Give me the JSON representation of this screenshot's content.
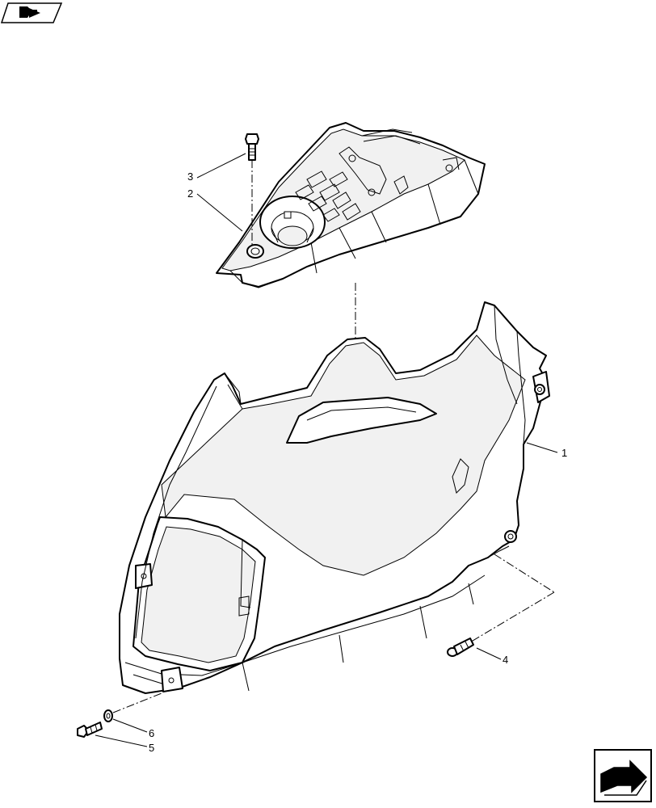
{
  "diagram": {
    "callouts": [
      {
        "id": "callout-1",
        "label": "1"
      },
      {
        "id": "callout-2",
        "label": "2"
      },
      {
        "id": "callout-3",
        "label": "3"
      },
      {
        "id": "callout-4",
        "label": "4"
      },
      {
        "id": "callout-5",
        "label": "5"
      },
      {
        "id": "callout-6",
        "label": "6"
      }
    ],
    "icons": {
      "top_left": "book-arrow-icon",
      "bottom_right": "next-page-arrow-icon"
    }
  }
}
